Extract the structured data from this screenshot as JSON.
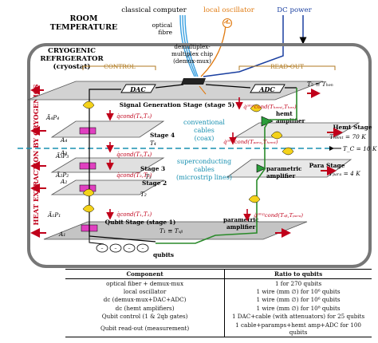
{
  "labels": {
    "room_temperature": [
      "ROOM",
      "TEMPERATURE"
    ],
    "classical_computer": "classical computer",
    "local_oscillator": "local oscillator",
    "dc_power": "DC power",
    "optical_fibre": [
      "optical",
      "fibre"
    ],
    "demux_chip": [
      "demultiplex-",
      "multiplex chip",
      "(demux-mux)"
    ],
    "cryogenic_refrigerator": [
      "CRYOGENIC",
      "REFRIGERATOR",
      "(cryostat)"
    ],
    "control": "CONTROL",
    "read_out": "READ-OUT",
    "heat_extraction": "HEAT EXTRACTION BY CRYOGENICS",
    "dac": "DAC",
    "adc": "ADC",
    "t5_eq": "T₅ ≡ Tₕₑₙ",
    "signal_generation_stage": "Signal Generation Stage (stage 5)",
    "q_cond_t4_t5": "q̇cond(T₄,T₅)",
    "q_amp_hemt_gen": "q̇ᵃᵐᵖcond(Tₕₑₘₜ,Tₕₑₙ)",
    "conventional_cables": [
      "conventional",
      "cables",
      "(coax)"
    ],
    "hemt_amplifier": [
      "hemt",
      "amplifier"
    ],
    "a4p4": "Ã₄P₄",
    "a4": "A₄",
    "stage4": "Stage 4",
    "t4": "T₄",
    "q_amp_para_hemt": "q̇ᵃᵐᵖcond(Tₚₐᵣₐ,Tₕₑₘₜ)",
    "hemt_stage": "Hemt Stage",
    "t_hemt_eq": "Tₕₑₘₜ = 70 K",
    "tc_eq": "T_C = 10 K",
    "a3p3": "Ã₃P₃",
    "a3": "A₃",
    "q_cond_t3_t4": "q̇cond(T₃,T₄)",
    "parametric_amplifier": [
      "parametric",
      "amplifier"
    ],
    "para_stage": "Para Stage",
    "t_para_eq": "Tₚₐᵣₐ = 4 K",
    "stage3": "Stage 3",
    "t3": "T₃",
    "q_cond_t2_t3": "q̇cond(T₂,T₃)",
    "superconducting_cables": [
      "superconducting",
      "cables",
      "(microstrip lines)"
    ],
    "a2p2": "Ã₂P₂",
    "a2": "A₂",
    "stage2": "Stage 2",
    "t2": "T₂",
    "a1p1": "Ã₁P₁",
    "q_cond_t1_t2": "q̇cond(T₁,T₂)",
    "a1": "A₁",
    "qubit_stage": "Qubit Stage (stage 1)",
    "t1_eq": "T₁ ≡ Tₓᵦ",
    "q_amp_qb_para": "q̇ᵃᵐᵖcond(Tₓᵦ,Tₚₐᵣₐ)",
    "qubits": "qubits"
  },
  "table": {
    "headers": [
      "Component",
      "Ratio to qubits"
    ],
    "rows": [
      [
        "optical fiber + demux-mux",
        "1 for 270 qubits"
      ],
      [
        "local oscillator",
        "1 wire (mm ∅) for 10⁶ qubits"
      ],
      [
        "dc (demux-mux+DAC+ADC)",
        "1 wire (mm ∅) for 10⁶ qubits"
      ],
      [
        "dc (hemt amplifiers)",
        "1 wire (mm ∅) for 10⁸ qubits"
      ],
      [
        "Qubit control (1 & 2qb gates)",
        "1 DAC+cable (with attenuators) for 25 qubits"
      ],
      [
        "Qubit read-out (measurement)",
        "1 cable+paramps+hemt amp+ADC for 100 qubits"
      ]
    ]
  }
}
